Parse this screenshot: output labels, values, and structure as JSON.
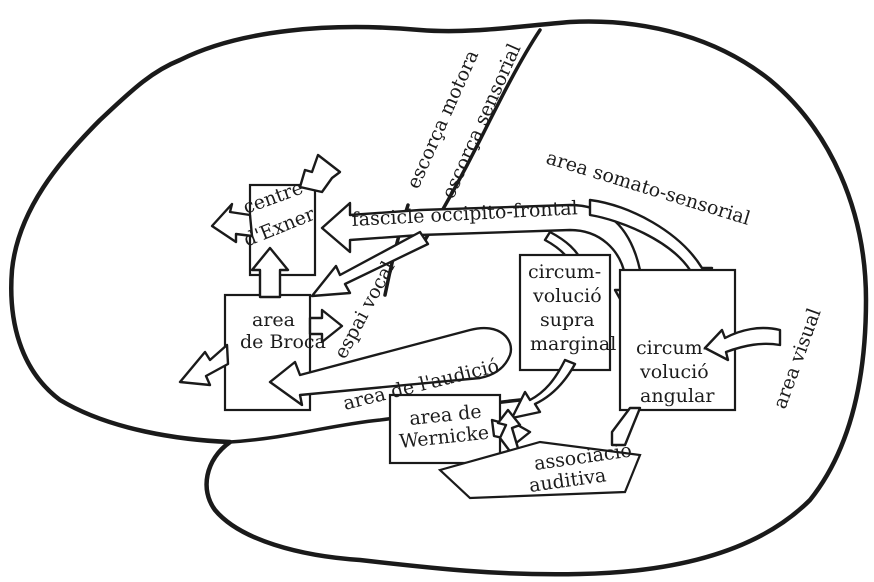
{
  "labels": {
    "centre_exner_1": "centre",
    "centre_exner_2": "d'Exner",
    "area_broca_1": "area",
    "area_broca_2": "de Broca",
    "escorca_motora": "escorça motora",
    "escorca_sensorial": "escorça sensorial",
    "area_somatosensorial": "area somato-sensorial",
    "fascicle": "fascicle occipito-frontal",
    "espai_vocal": "espai vocal",
    "circumvolucio_supra_1": "circum-",
    "circumvolucio_supra_2": "volució",
    "circumvolucio_supra_3": "supra",
    "circumvolucio_supra_4": "marginal",
    "circumvolucio_angular_1": "circum-",
    "circumvolucio_angular_2": "volució",
    "circumvolucio_angular_3": "angular",
    "area_visual": "area visual",
    "area_audicio": "area de l'audició",
    "area_wernicke_1": "area de",
    "area_wernicke_2": "Wernicke",
    "associacio_1": "associació",
    "associacio_2": "auditiva"
  }
}
